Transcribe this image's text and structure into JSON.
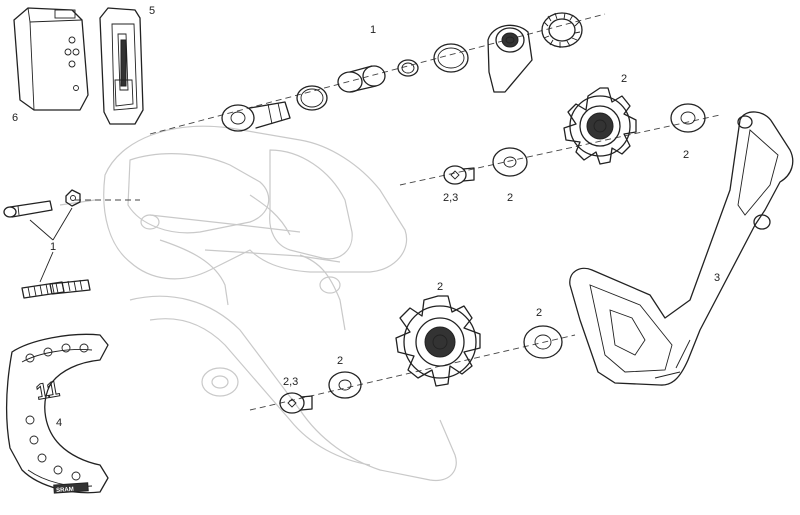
{
  "labels": {
    "hanger_kit": "1",
    "pulleys": "2",
    "pulley_bolts": "2,3",
    "cage": "3",
    "chain_gap_tool": "4",
    "battery_cover": "5",
    "battery": "6"
  },
  "brand_mark": "SRAM",
  "tool_mark": "11",
  "colors": {
    "ink": "#222222",
    "ghost": "#c9c9c9",
    "background": "#ffffff"
  }
}
